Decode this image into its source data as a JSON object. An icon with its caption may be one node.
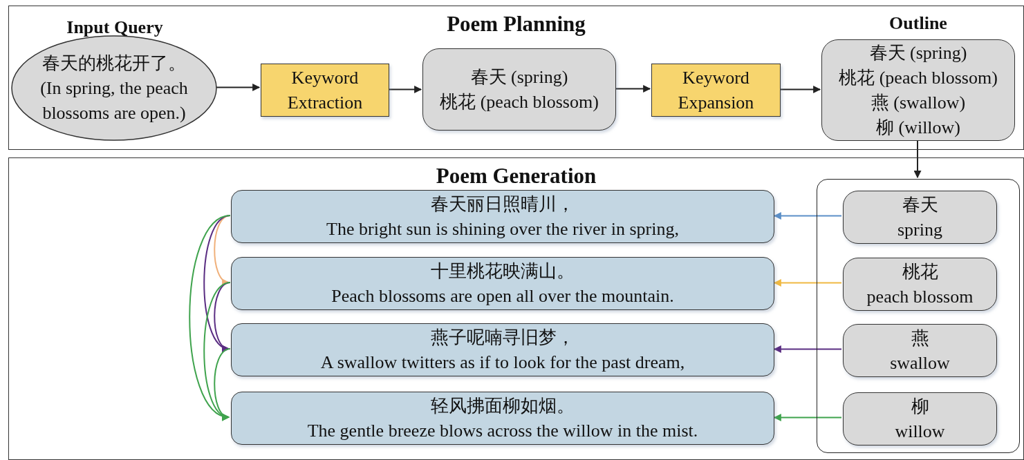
{
  "diagram": {
    "nodes": [
      {
        "text": [
          "Poem Planning"
        ]
      },
      {
        "text": [
          "Input Query",
          "春天的桃花开了。",
          "(In spring, the peach blossoms are open.)"
        ],
        "in": 0
      },
      {
        "text": [
          "Keyword Extraction"
        ],
        "in": 0
      },
      {
        "text": [
          "春天 (spring)",
          "桃花 (peach blossom)"
        ],
        "in": 0
      },
      {
        "text": [
          "Keyword Expansion"
        ],
        "in": 0
      },
      {
        "text": [
          "Outline",
          "春天 (spring)",
          "桃花 (peach blossom)",
          "燕 (swallow)",
          "柳 (willow)"
        ],
        "in": 0
      },
      {
        "text": [
          "Poem Generation"
        ]
      },
      {
        "text": [
          "春天丽日照晴川，",
          "The bright sun is shining over the river in spring,"
        ],
        "in": 6
      },
      {
        "text": [
          "十里桃花映满山。",
          "Peach blossoms are open all over the mountain."
        ],
        "in": 6
      },
      {
        "text": [
          "燕子呢喃寻旧梦，",
          "A swallow twitters as if to look for the past dream,"
        ],
        "in": 6
      },
      {
        "text": [
          "轻风拂面柳如烟。",
          "The gentle breeze blows across the willow in the mist."
        ],
        "in": 6
      },
      {
        "text": [],
        "shape": "box",
        "in": 6
      },
      {
        "text": [
          "春天",
          "spring"
        ],
        "in": 11
      },
      {
        "text": [
          "桃花",
          "peach blossom"
        ],
        "in": 11
      },
      {
        "text": [
          "燕",
          "swallow"
        ],
        "in": 11
      },
      {
        "text": [
          "柳",
          "willow"
        ],
        "in": 11
      }
    ],
    "edges": [
      {
        "from": 1,
        "to": 2,
        "arrow": "to"
      },
      {
        "from": 2,
        "to": 3,
        "arrow": "to"
      },
      {
        "from": 3,
        "to": 4,
        "arrow": "to"
      },
      {
        "from": 4,
        "to": 5,
        "arrow": "to"
      },
      {
        "from": 5,
        "to": 11,
        "arrow": "to"
      },
      {
        "from": 12,
        "to": 7,
        "arrow": "to",
        "color": "#5b8fc7"
      },
      {
        "from": 13,
        "to": 8,
        "arrow": "to",
        "color": "#f0b942"
      },
      {
        "from": 14,
        "to": 9,
        "arrow": "to",
        "color": "#5a2d82"
      },
      {
        "from": 15,
        "to": 10,
        "arrow": "to",
        "color": "#3fa34d"
      },
      {
        "from": 7,
        "to": 8,
        "arrow": "to",
        "color": "#f0b07a"
      },
      {
        "from": 7,
        "to": 9,
        "arrow": "to",
        "color": "#5a2d82"
      },
      {
        "from": 7,
        "to": 10,
        "arrow": "to",
        "color": "#3fa34d"
      },
      {
        "from": 8,
        "to": 9,
        "arrow": "to",
        "color": "#5a2d82"
      },
      {
        "from": 8,
        "to": 10,
        "arrow": "to",
        "color": "#3fa34d"
      },
      {
        "from": 9,
        "to": 10,
        "arrow": "to",
        "color": "#3fa34d"
      }
    ]
  }
}
